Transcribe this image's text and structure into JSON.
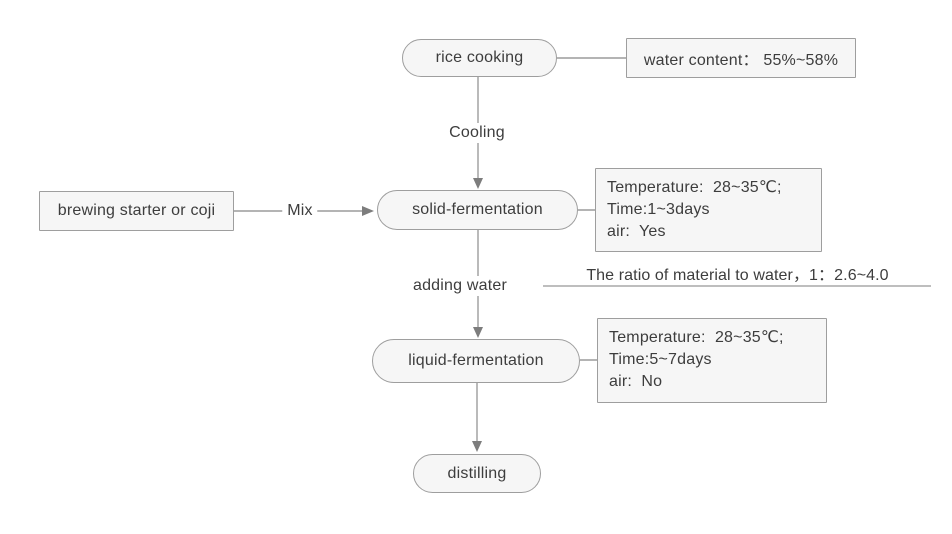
{
  "diagram": {
    "type": "flowchart",
    "subject": "rice wine / spirit production process",
    "colors": {
      "background": "#ffffff",
      "node_fill": "#f6f6f6",
      "node_border": "#9e9e9e",
      "connector": "#9c9c9c",
      "arrowhead": "#7d7d7d",
      "text": "#3d3d3d"
    },
    "nodes": {
      "rice_cooking": "rice cooking",
      "water_content": "water content： 55%~58%",
      "brewing_starter": "brewing starter or coji",
      "solid_fermentation": "solid-fermentation",
      "solid_conditions": [
        "Temperature:  28~35℃;",
        "Time:1~3days",
        "air:  Yes"
      ],
      "liquid_fermentation": "liquid-fermentation",
      "liquid_conditions": [
        "Temperature:  28~35℃;",
        "Time:5~7days",
        "air:  No"
      ],
      "distilling": "distilling"
    },
    "edge_labels": {
      "cooling": "Cooling",
      "mix": "Mix",
      "adding_water": "adding water"
    },
    "note": {
      "ratio": "The ratio of material to water，1：2.6~4.0"
    }
  }
}
